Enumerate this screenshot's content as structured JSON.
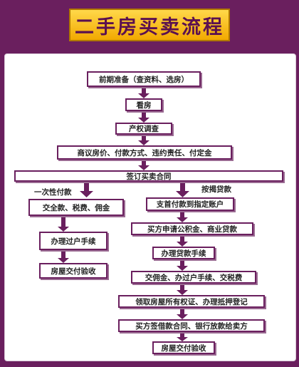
{
  "title": "二手房买卖流程",
  "colors": {
    "frame": "#6a1f5e",
    "banner_top": "#ffd84a",
    "banner_bottom": "#f2a900"
  },
  "steps": {
    "prepare": "前期准备（查资料、选房）",
    "view": "看房",
    "title_check": "产权调查",
    "negotiate": "商议房价、付款方式、违约责任、付定金",
    "sign_contract": "签订买卖合同"
  },
  "branches": {
    "lump_sum": {
      "label": "一次性付款",
      "steps": [
        "交全款、税费、佣金",
        "办理过户手续",
        "房屋交付验收"
      ]
    },
    "mortgage": {
      "label": "按揭贷款",
      "steps": [
        "支首付款到指定账户",
        "买方申请公积金、商业贷款",
        "办理贷款手续",
        "交佣金、办过户手续、交税费",
        "领取房屋所有权证、办理抵押登记",
        "买方签借款合同、银行放款给卖方",
        "房屋交付验收"
      ]
    }
  }
}
